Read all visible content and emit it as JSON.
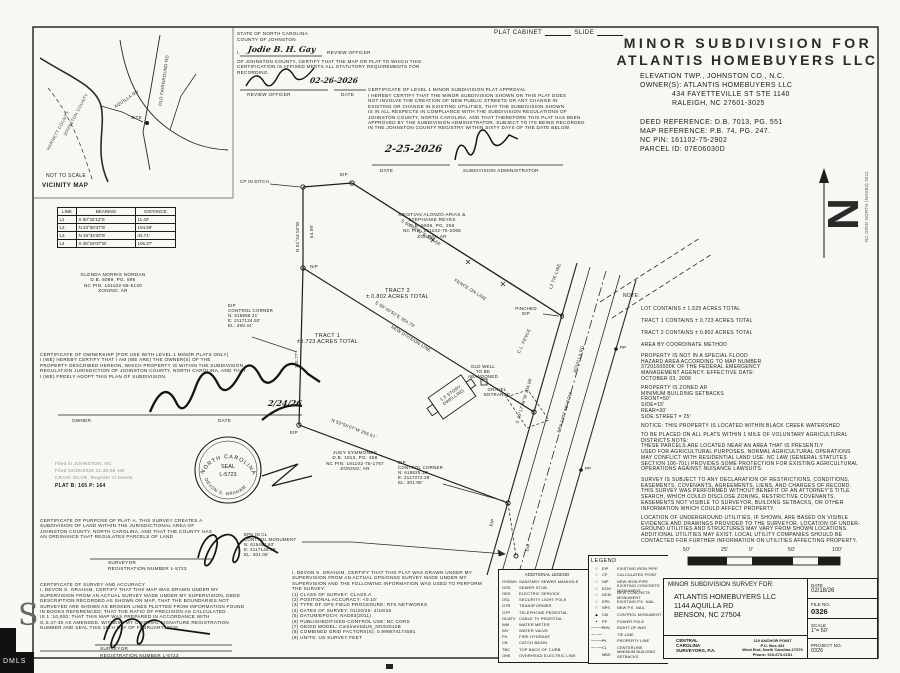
{
  "review_cert": {
    "state": "STATE OF NORTH CAROLINA",
    "county": "COUNTY OF JOHNSTON",
    "i_label": "I,",
    "officer_name": "Jodie B. H. Gay",
    "officer_suffix": "REVIEW OFFICER",
    "body": "OF JOHNSTON COUNTY, CERTIFY THAT THE MAP OR PLAT TO WHICH THIS\nCERTIFICATION IS AFFIXED MEETS ALL STATUTORY REQUIREMENTS FOR\nRECORDING.",
    "sig_date": "02-26-2026",
    "officer_label": "REVIEW OFFICER",
    "date_label": "DATE"
  },
  "plat_cabinet": {
    "label1": "PLAT CABINET",
    "label2": "SLIDE"
  },
  "approval_cert": {
    "title": "CERTIFICATE OF LEVEL 1 MINOR SUBDIVISION PLAT APPROVAL",
    "body": "I HEREBY CERTIFY THAT THE MINOR SUBDIVISION SHOWN ON THIS PLAT DOES\nNOT INVOLVE THE CREATION OF NEW PUBLIC STREETS OR ANY CHANGE IN\nEXISTING OR CHANGE IN EXISTING UTILITIES, THAT THE SUBDIVISION SHOWN\nIS IN ALL RESPECTS IN COMPLIANCE WITH THE SUBDIVISION REGULATIONS OF\nJOHNSTON COUNTY, NORTH CAROLINA, AND THAT THEREFORE THIS PLAT HAS BEEN\nAPPROVED BY THE SUBDIVISION ADMINISTRATOR, SUBJECT TO ITS BEING RECORDED\nIN THE JOHNSTON COUNTY REGISTRY WITHIN SIXTY DAYS OF THE DATE BELOW.",
    "sig_date": "2-25-2026",
    "date_label": "DATE",
    "admin_label": "SUBDIVISION ADMINISTRATOR"
  },
  "title_top": {
    "line1": "MINOR SUBDIVISION FOR",
    "line2": "ATLANTIS HOMEBUYERS LLC",
    "township": "ELEVATION TWP., JOHNSTON CO., N.C.",
    "owner": "OWNER(S): ATLANTIS HOMEBUYERS LLC",
    "owner_addr1": "434 FAYETTEVILLE ST STE 1140",
    "owner_addr2": "RALEIGH, NC 27601-3025",
    "deed_ref": "DEED REFERENCE: D.B. 7013, PG. 551",
    "map_ref": "MAP REFERENCE:    P.B. 74, PG. 247.",
    "nc_pin": "NC PIN: 161102-75-2902",
    "parcel_id": "PARCEL ID: 07E06030D"
  },
  "north": {
    "letter": "N",
    "grid_note": "NC GRID NORTH (NAD83) 2011"
  },
  "vicinity": {
    "not_to_scale": "NOT TO SCALE",
    "title": "VICINITY MAP",
    "harnett": "HARNETT COUNTY",
    "johnston": "JOHNSTON COUNTY",
    "aquilla": "AQUILLA RD.",
    "site": "SITE",
    "old_fairground": "OLD FAIRGROUND RD"
  },
  "line_table": {
    "headers": {
      "line": "LINE",
      "bearing": "BEARING",
      "distance": "DISTANCE"
    },
    "rows": [
      {
        "line": "L1",
        "bearing": "S 60°32'12\"E",
        "distance": "11.42'"
      },
      {
        "line": "L2",
        "bearing": "N 23°06'37\"E",
        "distance": "104.59'"
      },
      {
        "line": "L3",
        "bearing": "N 15°34'30\"E",
        "distance": "43.71'"
      },
      {
        "line": "L4",
        "bearing": "S 28°24'07\"W",
        "distance": "105.27'"
      }
    ]
  },
  "plat": {
    "owner_nordan": "GLENDA NORRIS NORDAN\nD.B. 5089, PG. 695\nNC PIN: 161102-66-6120\nZONING: AR",
    "owner_arias": "KRISTIAN ALONZO ARIAS &\nSTEPHANIE REYES\nD.B. 5936, PG. 256\nNC PIN: 161102-76-2065\nZONING: AR",
    "owner_symmonds": "JUDY SYMMONDS\nD.B. 1813, PG. 489\nNC PIN: 161102-75-1767\nZONING: AR",
    "tract1": "TRACT 1\n±0.723 ACRES TOTAL",
    "tract2": "TRACT 2\n± 0.802 ACRES TOTAL",
    "cc_west": "EIP\nCONTROL CORNER\nN: 615998.21'\nE: 2117134.93'\nEL: 289.44'",
    "cc_road": "EIP\nCONTROL CORNER\nN: 615825.38'\nE: 2117372.28'\nEL: 301.90'",
    "epk_cl": "EPK IN CL\nCONTROL MONUMENT\nN: 615489.63'\nE: 2117148.88'\nEL: 301.06'",
    "bearing_arias": "S 60°32'12\"E    389.56'",
    "fence_on_line": "FENCE ON LINE",
    "bearing_division": "S 56°40'50\"E    354.75'",
    "division_name": "NEW DIVISION LINE",
    "bearing_south": "N 53°56'07\"W    293.61'",
    "bearing_road": "S 33°17'38\"W   304.98'",
    "bearing_west": "N 01°34'16\"W",
    "west_d1": "54.99'",
    "west_d2": "110.77'",
    "l2_tie": "L2 TIE-LINE",
    "cp_ditch": "CP IN DITCH",
    "eip": "EIP",
    "nip": "NIP",
    "pp": "PP",
    "pinched_eip": "PINCHED\nEIP",
    "old_well": "OLD WELL\nTO BE ABANDONED",
    "gravel": "GRAVEL\nENTRANCE",
    "dwelling": "1.5 STORY\nDWELLING",
    "cl_fence": "C.L. FENCE",
    "road_name": "AQUILLA RD.",
    "road_sr": "SR# 1307 60' ROW"
  },
  "notes": {
    "heading": "NOTE:",
    "lot": "LOT CONTAINS   ± 1.525 ACRES TOTAL",
    "tract1": "TRACT 1 CONTAINS   ± 0.723 ACRES TOTAL",
    "tract2": "TRACT 2 CONTAINS   ± 0.802 ACRES TOTAL",
    "area": "AREA BY COORDINATE METHOD",
    "flood": "PROPERTY IS NOT IN A SPECIAL FLOOD\nHAZARD AREA ACCORDING TO MAP NUMBER\n3720160000K OF THE FEDERAL EMERGENCY\nMANAGEMENT AGENCY. EFFECTIVE DATE:\nOCTOBER 03, 2006",
    "zoning": "PROPERTY IS ZONED AR\nMINIMUM BUILDING SETBACKS\nFRONT=50'\nSIDE=15'\nREAR=30'\nSIDE STREET = 25'",
    "watershed": "NOTICE: THIS PROPERTY IS LOCATED WITHIN BLACK CREEK WATERSHED",
    "agricultural": "TO BE PLACED ON ALL PLATS WITHIN 1 MILE OF VOLUNTARY AGRICULTURAL\nDISTRICTS NOTE:\nTHESE PARCELS ARE LOCATED NEAR AN AREA THAT IS PRESENTLY\nUSED FOR AGRICULTURAL PURPOSES. NORMAL AGRICULTURAL OPERATIONS\nMAY CONFLICT WITH RESIDENTIAL LAND USE. NC LAW (GENERAL STATUTES\nSECTION 106-701) PROVIDES SOME PROTECTION FOR EXISTING AGRICULTURAL\nOPERATIONS AGAINST NUISANCE LAWSUITS.",
    "restrictions": "SURVEY IS SUBJECT TO ANY DECLARATION OF RESTRICTIONS, CONDITIONS,\nEASEMENTS, COVENANTS, AGREEMENTS, LIENS, AND CHARGES OF RECORD.\nTHIS SURVEY WAS PERFORMED WITHOUT BENEFIT OF AN ATTORNEY'S TITLE\nSEARCH, WHICH COULD DISCLOSE ZONING, RESTRICTIVE COVENANTS,\nEASEMENTS NOT VISIBLE TO SURVEYOR, BUILDING SETBACKS, OR OTHER\nINFORMATION WHICH COULD AFFECT PROPERTY.",
    "utilities": "LOCATION OF UNDERGROUND UTILITIES, IF SHOWN, ARE BASED ON VISIBLE\nEVIDENCE AND DRAWINGS PROVIDED TO THE SURVEYOR. LOCATION OF UNDER-\nGROUND UTILITIES AND STRUCTURES MAY VARY FROM SHOWN LOCATIONS.\nADDITIONAL UTILITIES MAY EXIST. LOCAL UTILITY COMPANIES SHOULD BE\nCONTACTED FOR FURTHER INFORMATION ON UTILITIES AFFECTING PROPERTY."
  },
  "ownership_cert": {
    "body": "CERTIFICATE OF OWNERSHIP (FOR USE WITH LEVEL 1 MINOR PLATS ONLY)\nI (WE) HEREBY CERTIFY THAT I AM (WE ARE) THE OWNER(S) OF THE\nPROPERTY DESCRIBED HEREON, WHICH PROPERTY IS WITHIN THE SUBDIVISION\nREGULATION JURISDICTION OF JOHNSTON COUNTY, NORTH CAROLINA, AND THAT\nI (WE) FREELY ADOPT THIS PLAN OF SUBDIVISION.",
    "sig_date": "2/24/26",
    "owner_label": "OWNER",
    "date_label": "DATE"
  },
  "recording_stamp": {
    "line1": "Filed in JOHNSTON, NC",
    "line2": "Filed 02/26/2026 11:36:06 AM",
    "line3": "CRAIG OLIVE, Register of Deeds",
    "plat_line": "PLAT B: 165 P: 164"
  },
  "purpose_cert": {
    "body": "CERTIFICATE OF PURPOSE OF PLAT: A. THIS SURVEY CREATES A\nSUBDIVISION OF LAND WITHIN THE JURISDICTIONAL AREA OF\nJOHNSTON COUNTY, NORTH CAROLINA, AND THAT THE COUNTY HAS\nAN ORDINANCE THAT REGULATES PARCELS OF LAND",
    "surveyor_label": "SURVEYOR",
    "reg_label": "REGISTRATION NUMBER L-5723"
  },
  "accuracy_cert": {
    "body": "CERTIFICATE OF SURVEY AND ACCURACY\nI, DEVON S. GRAHAM, CERTIFY THAT THIS MAP WAS DRAWN UNDER MY\nSUPERVISION FROM AN ACTUAL SURVEY MADE UNDER MY SUPERVISION, DEED\nDESCRIPTION RECORDED AS SHOWN ON MAP, THAT THE BOUNDARIES NOT\nSURVEYED ARE SHOWN AS BROKEN LINES PLOTTED FROM INFORMATION FOUND\nIN BOOKS REFERENCED; THAT THE RATIO OF PRECISION AS CALCULATED\nIS 1 :10,000; THAT THIS MAP WAS PREPARED IN ACCORDANCE WITH\nG.S.47-30 AS AMENDED. WITNESS MY ORIGINAL SIGNATURE REGISTRATION\nNUMBER AND SEAL THIS 18TH DAY OF FEBRUARY, 2026",
    "surveyor_label": "SURVEYOR",
    "reg_label": "REGISTRATION NUMBER L-5723"
  },
  "gps_cert": {
    "body": "I, DEVON S. GRAHAM, CERTIFY THAT THIS PLAT WAS DRAWN UNDER MY\nSUPERVISION FROM AN ACTUAL GPS/GNSS SURVEY MADE UNDER MY\nSUPERVISION AND THE FOLLOWING INFORMATION WAS USED TO PERFORM\nTHE SURVEY:\n(1) CLASS OF SURVEY: CLASS A\n(2) POSITIONAL ACCURACY: <0.10'\n(3) TYPE OF GPS FIELD PROCEDURE: RTK NETWORKS\n(4) DATES OF SURVEY: 01/20/26- 2/18/26\n(5) DATUM/EPOCH: NAD83(2011)\n(6) PUBLISHED/FIXED-CONTROL USE: NC CORS\n(7) GEOID MODEL: ContinentalUS_NGS2012B\n(8) COMBINED GRID FACTORS(S): 0.999874174581\n(9) UNITS: US SURVEY FEET"
  },
  "seal": {
    "state": "NORTH CAROLINA",
    "seal_label": "SEAL",
    "number": "L-5723",
    "name": "DEVON S. GRAHAM"
  },
  "legend": {
    "title": "LEGEND",
    "rows": [
      {
        "sym": "○",
        "abbr": "EIP",
        "label": "EXISTING IRON PIPE"
      },
      {
        "sym": "○",
        "abbr": "CP",
        "label": "CALCULATED POINT"
      },
      {
        "sym": "○",
        "abbr": "NIP",
        "label": "NEW IRON PIPE"
      },
      {
        "sym": "○",
        "abbr": "ECM",
        "label": "EXISTING CONCRETE MONUMENT"
      },
      {
        "sym": "○",
        "abbr": "NCM",
        "label": "NEW CONCRETE MONUMENT"
      },
      {
        "sym": "○",
        "abbr": "EPK",
        "label": "EXISTING P.K. NAIL"
      },
      {
        "sym": "○",
        "abbr": "NPS",
        "label": "NEW P.K. NAIL"
      },
      {
        "sym": "▲",
        "abbr": "CM",
        "label": "CONTROL MONUMENT"
      },
      {
        "sym": "•",
        "abbr": "PP",
        "label": "POWER POLE"
      },
      {
        "sym": "———",
        "abbr": "R/W",
        "label": "RIGHT-OF-WAY"
      },
      {
        "sym": "— —",
        "abbr": "",
        "label": "TIE-LINE"
      },
      {
        "sym": "———",
        "abbr": "PL",
        "label": "PROPERTY LINE"
      },
      {
        "sym": "—·—",
        "abbr": "CL",
        "label": "CENTERLINE"
      },
      {
        "sym": "",
        "abbr": "MBS",
        "label": "MINIMUM BUILDING SETBACKS"
      }
    ]
  },
  "additional_legend": {
    "title": "ADDITIONAL LEGEND",
    "rows": [
      {
        "abbr": "OSSMH",
        "label": "SANITARY SEWER MANHOLE"
      },
      {
        "abbr": "OSS",
        "label": "SEWER STUB"
      },
      {
        "abbr": "OES",
        "label": "ELECTRIC SERVICE"
      },
      {
        "abbr": "OSL",
        "label": "SECURITY LIGHT POLE"
      },
      {
        "abbr": "OTR",
        "label": "TRANSFORMER"
      },
      {
        "abbr": "OTP",
        "label": "TELEPHONE PEDESTAL"
      },
      {
        "abbr": "OCATV",
        "label": "CABLE TV PEDESTAL"
      },
      {
        "abbr": "WM",
        "label": "WATER METER"
      },
      {
        "abbr": "WV",
        "label": "WATER VALVE"
      },
      {
        "abbr": "FH",
        "label": "FIRE HYDRANT"
      },
      {
        "abbr": "CB",
        "label": "CATCH BASIN"
      },
      {
        "abbr": "TBC",
        "label": "TOP BACK OF CURB"
      },
      {
        "abbr": "OHE",
        "label": "OVERHEAD ELECTRIC LINE"
      }
    ]
  },
  "scale_bar": {
    "labels": [
      "50'",
      "25'",
      "0'",
      "50'",
      "100'"
    ]
  },
  "title_block": {
    "survey_for": "MINOR SUBDIVISION SURVEY FOR:",
    "client": "ATLANTIS HOMEBUYERS LLC",
    "addr1": "1144 AQUILLA RD",
    "addr2": "BENSON, NC 27504",
    "date_label": "DATE",
    "date": "02/18/26",
    "file_label": "FILE NO.",
    "file": "0326",
    "scale_label": "SCALE",
    "scale": "1\"= 50'",
    "project_label": "PROJECT NO.",
    "project": "0326",
    "firm": "CENTRAL\nCAROLINA\nSURVEYORS, P.A.",
    "firm_addr": "119 ANCHOR POINT\nP.O. Box 431\nWest End, North Carolina 27376\nPhone:    910-673-0151"
  },
  "corner_mark": "DMLS"
}
